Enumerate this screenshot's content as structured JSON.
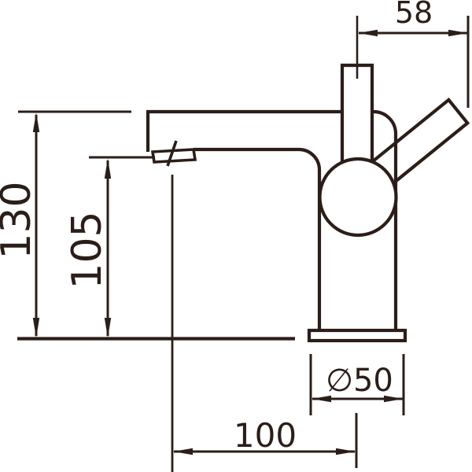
{
  "drawing": {
    "labels": {
      "lever_offset": "58",
      "overall_height": "130",
      "spout_height": "105",
      "base_diameter": "∅50",
      "spout_reach": "100"
    },
    "colors": {
      "line": "#2b1e19",
      "background": "#ffffff"
    }
  }
}
